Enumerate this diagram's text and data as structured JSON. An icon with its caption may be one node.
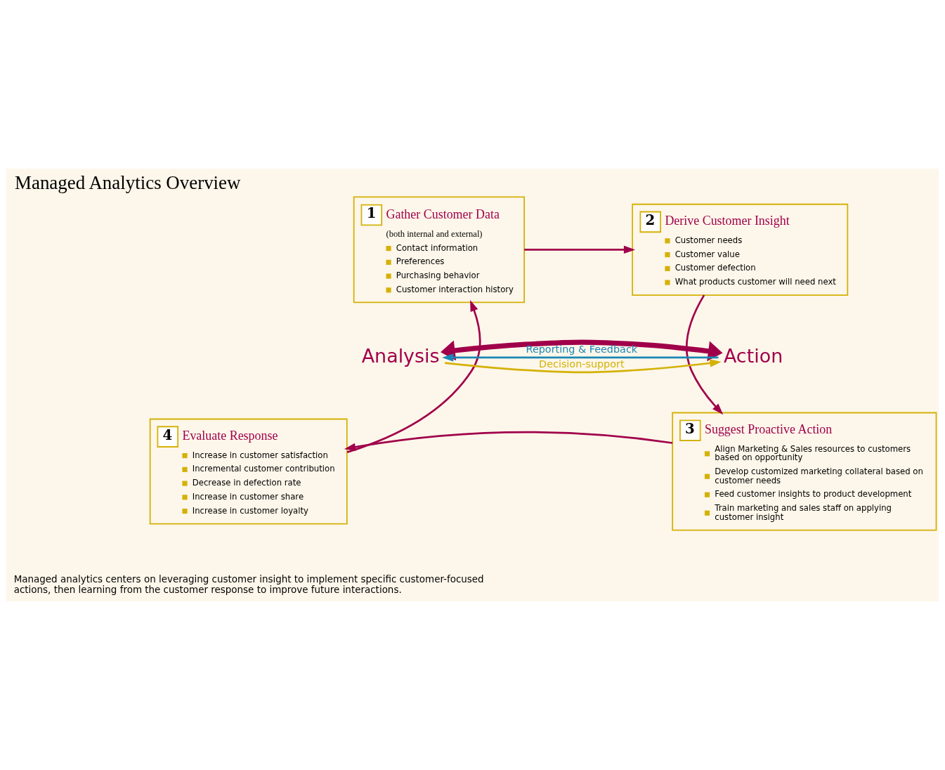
{
  "diagram": {
    "title": "Managed Analytics Overview",
    "nodes": [
      {
        "text": [
          "1",
          "Gather Customer Data",
          "(both internal and external)",
          "Contact information",
          "Preferences",
          "Purchasing behavior",
          "Customer interaction history"
        ]
      },
      {
        "text": [
          "2",
          "Derive Customer Insight",
          "Customer needs",
          "Customer value",
          "Customer defection",
          "What products customer will need next"
        ]
      },
      {
        "text": [
          "3",
          "Suggest Proactive Action",
          "Align Marketing & Sales resources to customers based on opportunity",
          "Develop customized marketing collateral based on customer needs",
          "Feed customer insights to product development",
          "Train marketing and sales staff on applying customer insight"
        ]
      },
      {
        "text": [
          "4",
          "Evaluate Response",
          "Increase in customer satisfaction",
          "Incremental customer contribution",
          "Decrease in defection rate",
          "Increase in customer share",
          "Increase in customer loyalty"
        ]
      },
      {
        "text": [
          "Analysis"
        ]
      },
      {
        "text": [
          "Action"
        ]
      }
    ],
    "edges": [
      {
        "from": 0,
        "to": 1,
        "arrow": "to"
      },
      {
        "from": 1,
        "to": 2,
        "arrow": "to"
      },
      {
        "from": 2,
        "to": 3,
        "arrow": "to"
      },
      {
        "from": 3,
        "to": 0,
        "arrow": "to"
      },
      {
        "from": 5,
        "to": 4,
        "arrow": "to",
        "label": "Reporting & Feedback",
        "color": "#1a87b5"
      },
      {
        "from": 4,
        "to": 5,
        "arrow": "both",
        "style": "thick"
      },
      {
        "from": 4,
        "to": 5,
        "arrow": "to",
        "label": "Decision-support",
        "color": "#d4b106"
      }
    ],
    "labels": [
      "Managed analytics centers on leveraging customer insight to implement specific customer-focused actions, then learning from the customer response to improve future interactions."
    ]
  }
}
